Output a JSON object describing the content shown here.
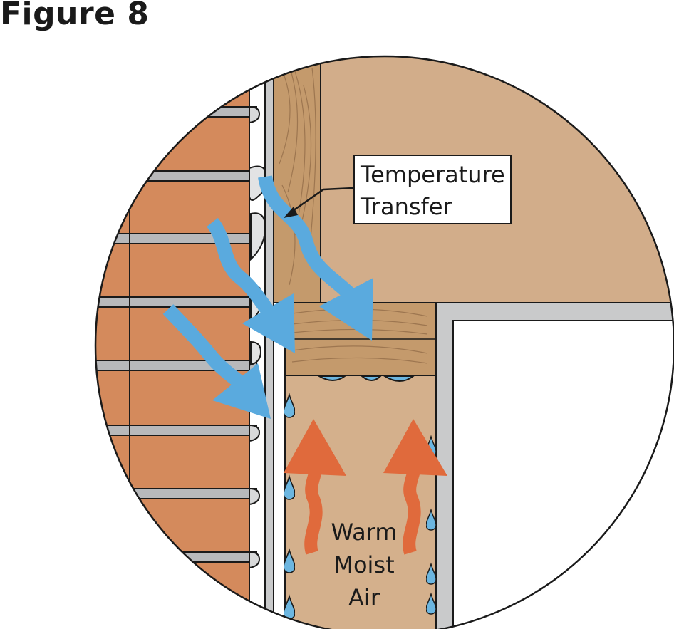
{
  "figure_label": "Figure 8",
  "callout": {
    "line1": "Temperature",
    "line2": "Transfer"
  },
  "air_label": {
    "line1": "Warm",
    "line2": "Moist",
    "line3": "Air"
  },
  "colors": {
    "brick": "#d48a5c",
    "mortar": "#b8b9bb",
    "wood_light": "#d2ad8a",
    "wood_dark": "#c49a6c",
    "cold_arrow": "#5aaade",
    "warm_arrow": "#e06a3c",
    "condensation": "#6cb6e0",
    "frame": "#c9cacb",
    "outline": "#1a1a1a"
  },
  "icons": {
    "cold_flow": "wavy-arrow-blue",
    "warm_flow": "wavy-arrow-orange",
    "droplet": "water-droplet"
  }
}
